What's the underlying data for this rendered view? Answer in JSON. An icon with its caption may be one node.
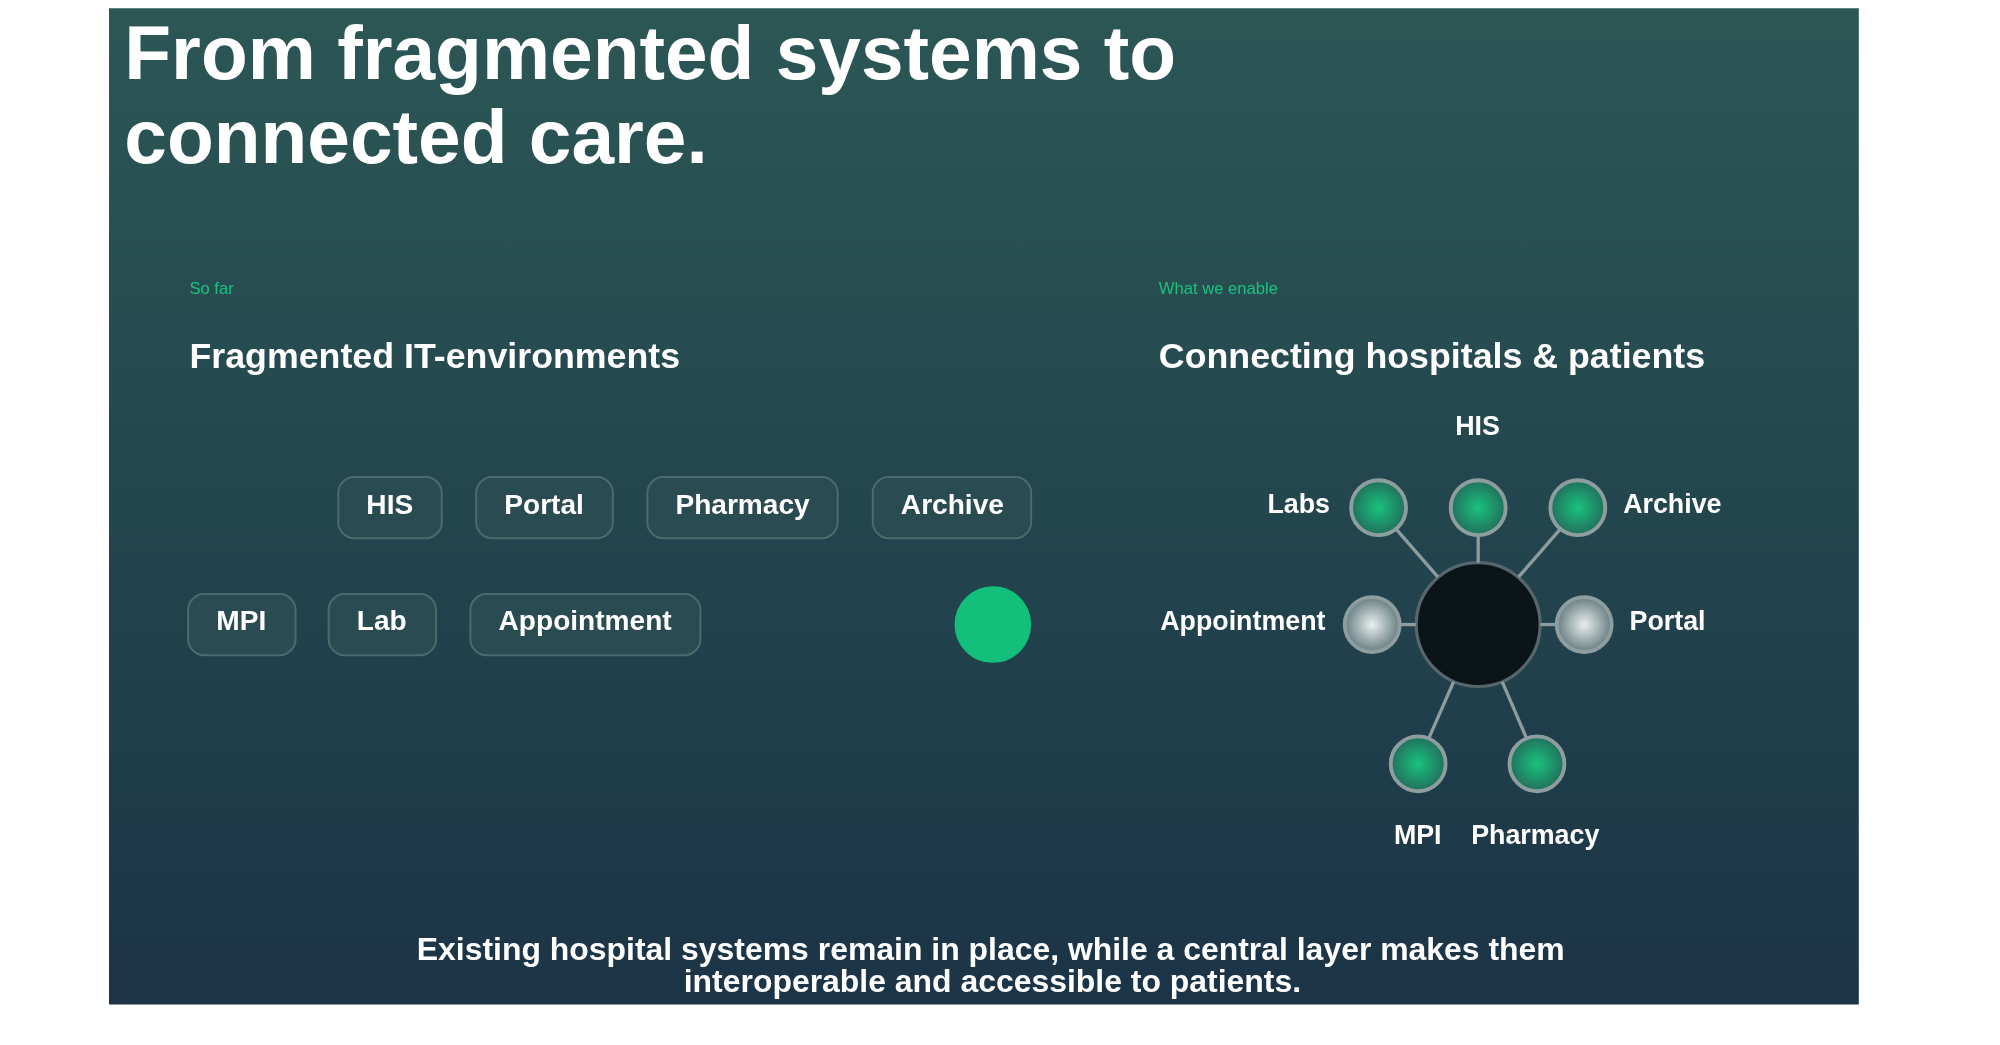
{
  "diagram": {
    "title": "From fragmented systems to connected care.",
    "caption": "Existing hospital systems remain in place, while a central layer makes them interoperable and accessible to patients.",
    "nodes": [
      {
        "text": [
          "HIS"
        ]
      },
      {
        "text": [
          "Portal"
        ]
      },
      {
        "text": [
          "Pharmacy"
        ]
      },
      {
        "text": [
          "Archive"
        ]
      },
      {
        "text": [
          "MPI"
        ]
      },
      {
        "text": [
          "Lab"
        ]
      },
      {
        "text": [
          "Appointment"
        ]
      },
      {
        "text": [],
        "shape": "circle"
      },
      {
        "text": [],
        "shape": "circle",
        "beside": [
          "HIS"
        ]
      },
      {
        "text": [],
        "shape": "circle",
        "beside": [
          "Labs"
        ]
      },
      {
        "text": [],
        "shape": "circle",
        "beside": [
          "Archive"
        ]
      },
      {
        "text": [],
        "shape": "circle",
        "beside": [
          "Appointment"
        ]
      },
      {
        "text": [],
        "shape": "circle"
      },
      {
        "text": [],
        "shape": "circle",
        "beside": [
          "Portal"
        ]
      },
      {
        "text": [],
        "shape": "circle",
        "beside": [
          "MPI"
        ]
      },
      {
        "text": [],
        "shape": "circle",
        "beside": [
          "Pharmacy"
        ]
      }
    ],
    "edges": [
      {
        "from": 8,
        "to": 12,
        "arrow": "none"
      },
      {
        "from": 9,
        "to": 12,
        "arrow": "none"
      },
      {
        "from": 10,
        "to": 12,
        "arrow": "none"
      },
      {
        "from": 11,
        "to": 12,
        "arrow": "none"
      },
      {
        "from": 12,
        "to": 13,
        "arrow": "none"
      },
      {
        "from": 12,
        "to": 14,
        "arrow": "none"
      },
      {
        "from": 12,
        "to": 15,
        "arrow": "none"
      }
    ],
    "labels": [
      "So far",
      "Fragmented IT-environments",
      "What we enable",
      "Connecting hospitals & patients"
    ]
  }
}
